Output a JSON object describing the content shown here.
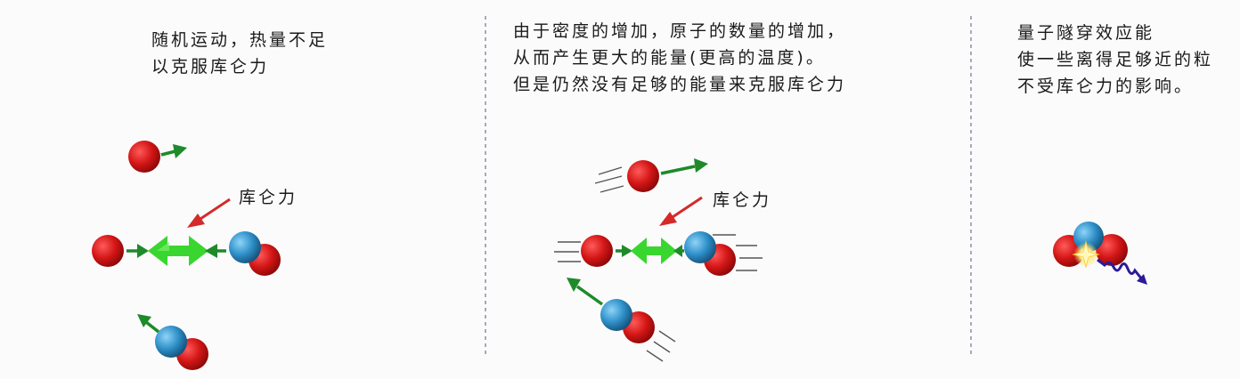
{
  "panels": [
    {
      "caption": [
        "随机运动，热量不足",
        "以克服库仑力"
      ],
      "force_label": "库仑力"
    },
    {
      "caption": [
        "由于密度的增加，原子的数量的增加，",
        "从而产生更大的能量(更高的温度)。",
        "但是仍然没有足够的能量来克服库仑力"
      ],
      "force_label": "库仑力"
    },
    {
      "caption": [
        "量子隧穿效应能",
        "使一些离得足够近的粒",
        "不受库仑力的影响。"
      ]
    }
  ],
  "colors": {
    "proton": "#d11a1a",
    "neutron": "#2e8fc8",
    "motion_arrow": "#1e8a2a",
    "repulsion": "#39d62f",
    "force_pointer": "#d42a2a",
    "photon": "#2a1a9a",
    "divider": "#8a8fa8"
  }
}
